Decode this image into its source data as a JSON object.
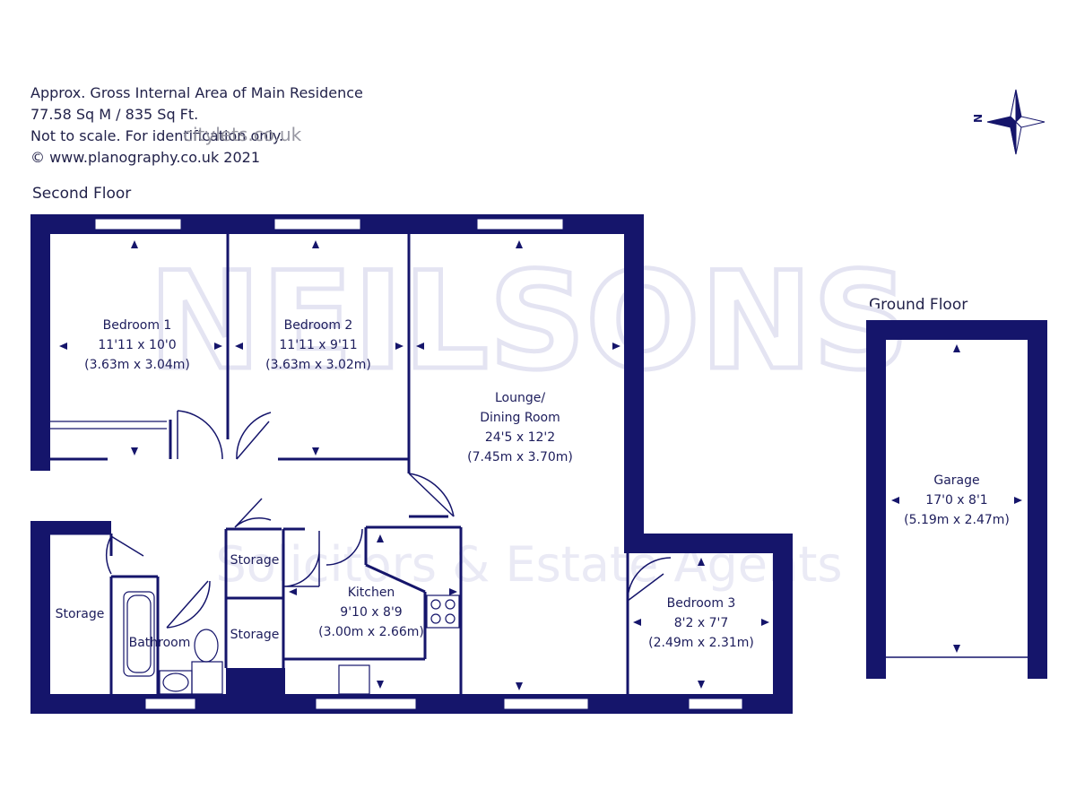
{
  "info": {
    "line1": "Approx. Gross Internal Area of Main Residence",
    "line2": "77.58 Sq M / 835 Sq Ft.",
    "line3": "Not to scale. For identification only.",
    "line4": "© www.planography.co.uk 2021"
  },
  "watermarks": {
    "site": "citylets.co.uk",
    "brand": "NEILSONS",
    "tagline": "Solicitors & Estate Agents"
  },
  "floors": {
    "second": "Second Floor",
    "ground": "Ground Floor"
  },
  "compass": {
    "label": "N"
  },
  "rooms": {
    "bedroom1": {
      "name": "Bedroom 1",
      "imperial": "11'11 x 10'0",
      "metric": "(3.63m x 3.04m)"
    },
    "bedroom2": {
      "name": "Bedroom 2",
      "imperial": "11'11 x 9'11",
      "metric": "(3.63m x 3.02m)"
    },
    "lounge": {
      "name_line1": "Lounge/",
      "name_line2": "Dining Room",
      "imperial": "24'5 x 12'2",
      "metric": "(7.45m x 3.70m)"
    },
    "kitchen": {
      "name": "Kitchen",
      "imperial": "9'10 x 8'9",
      "metric": "(3.00m x 2.66m)"
    },
    "bedroom3": {
      "name": "Bedroom 3",
      "imperial": "8'2 x 7'7",
      "metric": "(2.49m x 2.31m)"
    },
    "storage_left": {
      "name": "Storage"
    },
    "storage_upper": {
      "name": "Storage"
    },
    "storage_lower": {
      "name": "Storage"
    },
    "bathroom": {
      "name": "Bathroom"
    },
    "garage": {
      "name": "Garage",
      "imperial": "17'0 x 8'1",
      "metric": "(5.19m x 2.47m)"
    }
  },
  "colors": {
    "wall": "#15156b",
    "ink": "#1d1d5c",
    "watermark": "#e6e6f3"
  }
}
